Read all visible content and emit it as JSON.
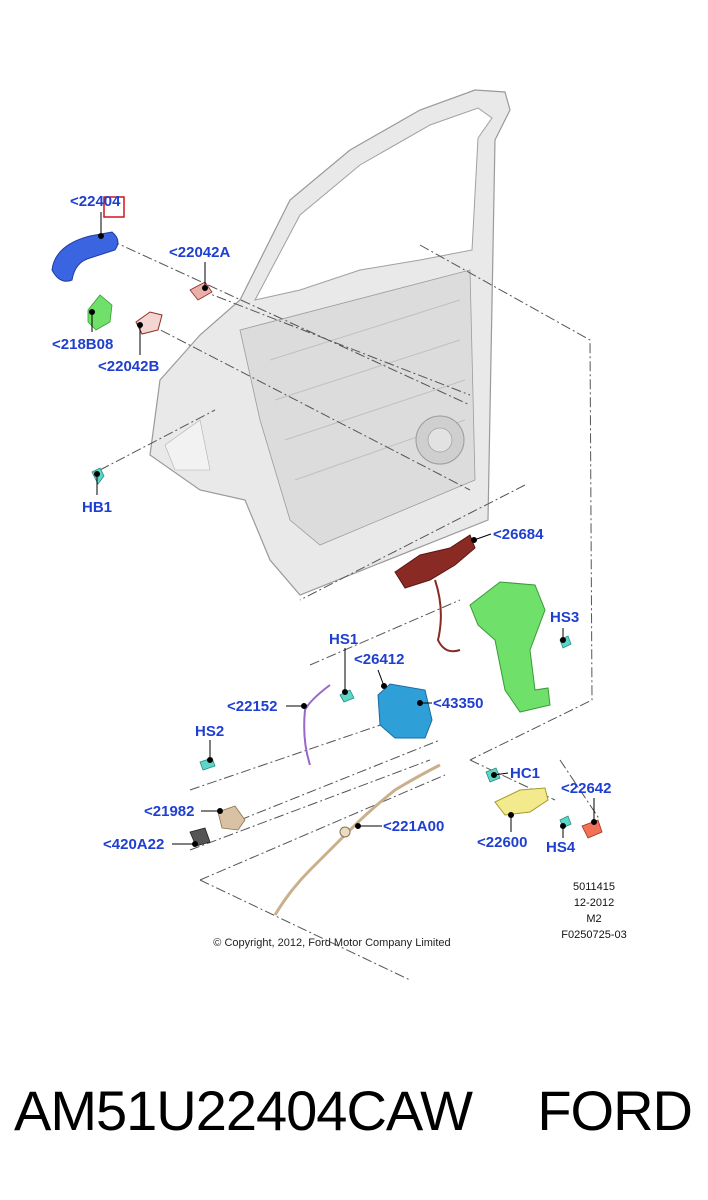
{
  "callouts": {
    "c22404": "<22404",
    "c22042a": "<22042A",
    "c218b08": "<218B08",
    "c22042b": "<22042B",
    "hb1": "HB1",
    "c26684": "<26684",
    "hs3": "HS3",
    "hs1": "HS1",
    "c26412": "<26412",
    "c22152": "<22152",
    "c43350": "<43350",
    "hs2": "HS2",
    "hc1": "HC1",
    "c22642": "<22642",
    "c21982": "<21982",
    "c221a00": "<221A00",
    "c420a22": "<420A22",
    "c22600": "<22600",
    "hs4": "HS4"
  },
  "meta": {
    "line1": "5011415",
    "line2": "12-2012",
    "line3": "M2",
    "line4": "F0250725-03"
  },
  "copyright": "© Copyright, 2012, Ford Motor Company Limited",
  "footer": {
    "part_number": "AM51U22404CAW",
    "brand": "FORD"
  },
  "colors": {
    "callout": "#1f3fd0",
    "highlight_box": "#d0141c",
    "handle": "#3b64e0",
    "lock": "#2f9fd8",
    "bracket": "#6fe06a",
    "harness": "#8a2a24",
    "cable": "#c9b08a"
  }
}
